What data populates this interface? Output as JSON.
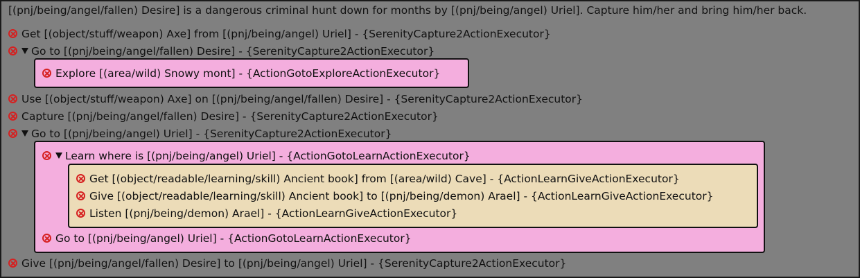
{
  "quest": {
    "title": "[(pnj/being/angel/fallen) Desire] is a dangerous criminal hunt down for months by [(pnj/being/angel) Uriel]. Capture him/her and bring him/her back.",
    "steps": [
      "Get [(object/stuff/weapon) Axe] from [(pnj/being/angel) Uriel] - {SerenityCapture2ActionExecutor}",
      "Go to [(pnj/being/angel/fallen) Desire] - {SerenityCapture2ActionExecutor}",
      "Explore [(area/wild) Snowy mont] - {ActionGotoExploreActionExecutor}",
      "Use [(object/stuff/weapon) Axe] on [(pnj/being/angel/fallen) Desire] - {SerenityCapture2ActionExecutor}",
      "Capture [(pnj/being/angel/fallen) Desire] - {SerenityCapture2ActionExecutor}",
      "Go to [(pnj/being/angel) Uriel] - {SerenityCapture2ActionExecutor}",
      "Learn where is [(pnj/being/angel) Uriel] - {ActionGotoLearnActionExecutor}",
      "Get [(object/readable/learning/skill) Ancient book] from [(area/wild) Cave] - {ActionLearnGiveActionExecutor}",
      "Give [(object/readable/learning/skill) Ancient book] to [(pnj/being/demon) Arael] - {ActionLearnGiveActionExecutor}",
      "Listen [(pnj/being/demon) Arael] - {ActionLearnGiveActionExecutor}",
      "Go to [(pnj/being/angel) Uriel] - {ActionGotoLearnActionExecutor}",
      "Give [(pnj/being/angel/fallen) Desire] to [(pnj/being/angel) Uriel] - {SerenityCapture2ActionExecutor}"
    ]
  },
  "colors": {
    "background": "#808080",
    "subtask_box": "#f4aede",
    "subsubtask_box": "#ecdcb8",
    "status_icon": "#d62020"
  },
  "icons": {
    "status": "failed-circle-x-icon",
    "expand": "expand-triangle-icon"
  }
}
